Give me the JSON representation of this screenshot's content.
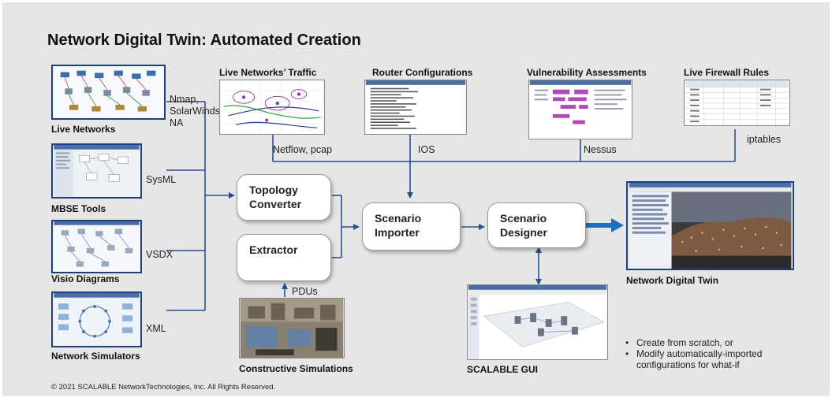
{
  "title": "Network Digital Twin: Automated Creation",
  "left_sources": {
    "live_networks": {
      "caption": "Live Networks",
      "format_lines": [
        "Nmap,",
        "SolarWinds,",
        "NA"
      ]
    },
    "mbse_tools": {
      "caption": "MBSE Tools",
      "format": "SysML"
    },
    "visio_diagrams": {
      "caption": "Visio Diagrams",
      "format": "VSDX"
    },
    "network_simulators": {
      "caption": "Network Simulators",
      "format": "XML"
    }
  },
  "top_sources": {
    "traffic": {
      "caption": "Live Networks’ Traffic",
      "format": "Netflow, pcap"
    },
    "router": {
      "caption": "Router Configurations",
      "format": "IOS"
    },
    "vulnerability": {
      "caption": "Vulnerability Assessments",
      "format": "Nessus"
    },
    "firewall": {
      "caption": "Live Firewall Rules",
      "format": "iptables"
    }
  },
  "process_boxes": {
    "topology_converter": [
      "Topology",
      "Converter"
    ],
    "extractor": [
      "Extractor"
    ],
    "scenario_importer": [
      "Scenario",
      "Importer"
    ],
    "scenario_designer": [
      "Scenario",
      "Designer"
    ]
  },
  "constructive": {
    "caption": "Constructive Simulations",
    "format": "PDUs"
  },
  "scalable_gui": {
    "caption": "SCALABLE GUI"
  },
  "digital_twin": {
    "caption": "Network Digital Twin"
  },
  "bullets": [
    "Create from scratch, or",
    "Modify automatically-imported configurations for what-if"
  ],
  "copyright": "© 2021 SCALABLE NetworkTechnologies, Inc. All Rights Reserved.",
  "colors": {
    "connector": "#2a4f8f",
    "thumb_border": "#1f3f7a",
    "background": "#e6e6e6",
    "big_arrow": "#1f6fbf"
  }
}
